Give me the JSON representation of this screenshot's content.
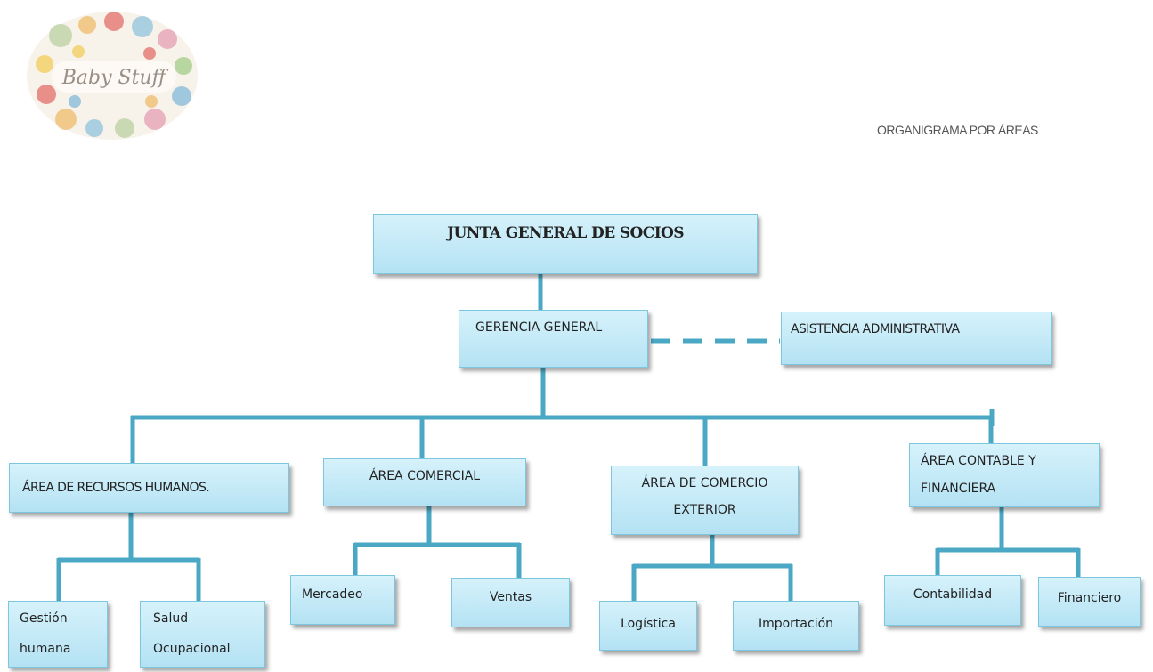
{
  "logo": {
    "text": "Baby Stuff"
  },
  "header": {
    "title": "ORGANIGRAMA POR ÁREAS"
  },
  "nodes": {
    "junta": "JUNTA GENERAL DE SOCIOS",
    "gerencia": "GERENCIA GENERAL",
    "asistencia": "ASISTENCIA ADMINISTRATIVA",
    "rrhh": "ÁREA DE RECURSOS HUMANOS.",
    "comercial": "ÁREA COMERCIAL",
    "comercio_exterior": "ÁREA DE COMERCIO EXTERIOR",
    "contable": "ÁREA CONTABLE Y FINANCIERA",
    "gestion": "Gestión humana",
    "salud": "Salud Ocupacional",
    "mercadeo": "Mercadeo",
    "ventas": "Ventas",
    "logistica": "Logística",
    "importacion": "Importación",
    "contabilidad": "Contabilidad",
    "financiero": "Financiero"
  },
  "colors": {
    "box_fill": "#c4e9f7",
    "box_border": "#7cc6e0",
    "connector": "#4aa8c4"
  }
}
